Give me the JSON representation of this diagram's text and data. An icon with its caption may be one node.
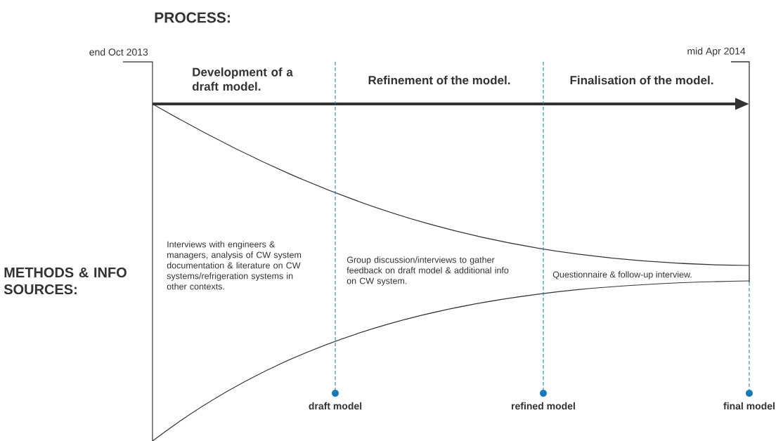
{
  "diagram": {
    "labels": [
      "PROCESS:",
      "end Oct 2013",
      "mid Apr 2014",
      "Development of a draft model.",
      "Refinement of the model.",
      "Finalisation of the model.",
      "METHODS & INFO SOURCES:",
      "Interviews with engineers & managers, analysis of CW system documentation & literature on CW systems/refrigeration systems in other contexts.",
      "Group discussion/interviews to gather feedback on draft model & additional info on CW system.",
      "Questionnaire & follow-up interview.",
      "draft model",
      "refined model",
      "final model"
    ]
  }
}
